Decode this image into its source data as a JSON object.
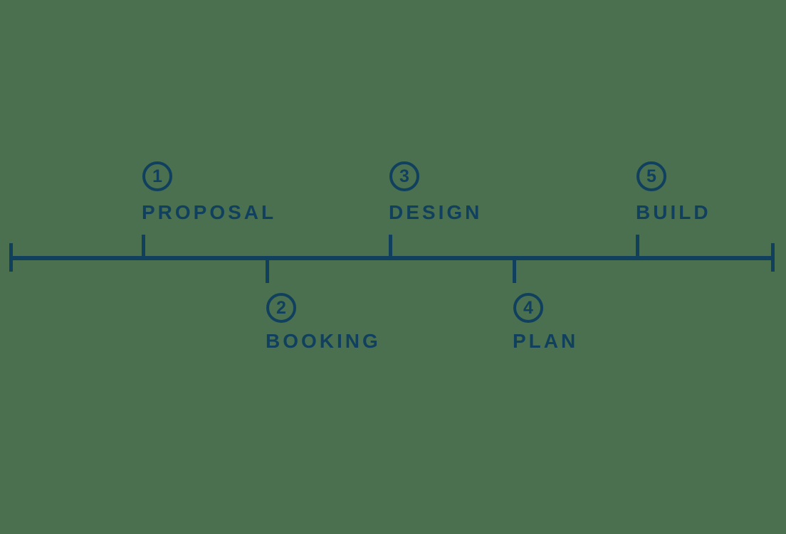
{
  "colors": {
    "ink": "#11405f",
    "background": "#4a7050"
  },
  "timeline": {
    "steps": [
      {
        "number": "1",
        "label": "PROPOSAL",
        "side": "above"
      },
      {
        "number": "2",
        "label": "BOOKING",
        "side": "below"
      },
      {
        "number": "3",
        "label": "DESIGN",
        "side": "above"
      },
      {
        "number": "4",
        "label": "PLAN",
        "side": "below"
      },
      {
        "number": "5",
        "label": "BUILD",
        "side": "above"
      }
    ]
  }
}
